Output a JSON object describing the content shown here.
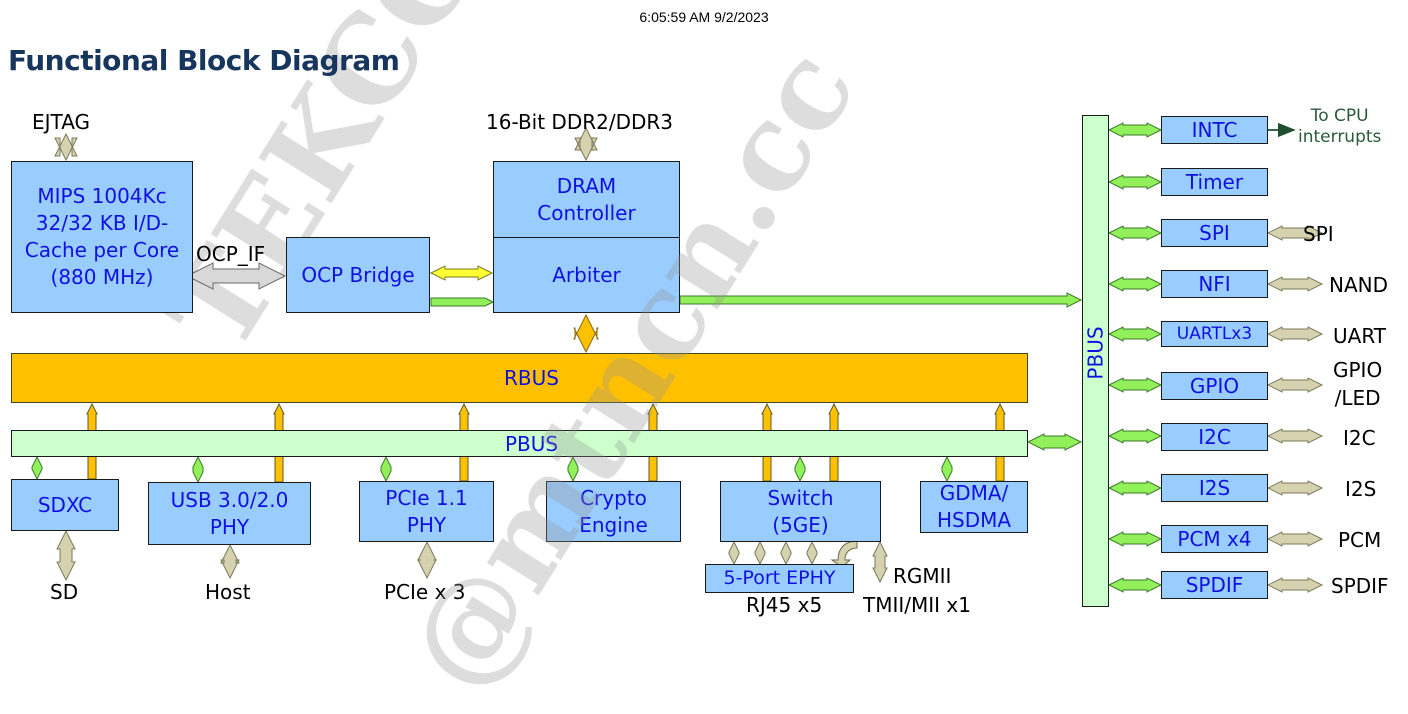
{
  "timestamp": "6:05:59 AM 9/2/2023",
  "title": "Functional Block Diagram",
  "watermark": {
    "line1": "TEKCONN",
    "line2": "@mtncn.cc"
  },
  "colors": {
    "block_fill": "#99ccff",
    "block_text": "#1010e0",
    "rbus_fill": "#ffc000",
    "pbus_fill": "#ccffcc",
    "pbus_arrow": "#92f05a",
    "external_arrow": "#d6d2b0",
    "ocp_arrow": "#d8d8d8",
    "bridge_arrow": "#ffff33",
    "title": "#17365d"
  },
  "top": {
    "ejtag": "EJTAG",
    "ddr": "16-Bit DDR2/DDR3",
    "cpu": "MIPS 1004Kc\n32/32 KB I/D-\nCache per Core\n(880 MHz)",
    "ocp_if": "OCP_IF",
    "ocp_bridge": "OCP Bridge",
    "dram_controller": "DRAM\nController",
    "arbiter": "Arbiter"
  },
  "buses": {
    "rbus": "RBUS",
    "pbus": "PBUS",
    "pbus_vertical": "PBUS"
  },
  "bottom_blocks": [
    {
      "name": "SDXC",
      "external": "SD"
    },
    {
      "name": "USB 3.0/2.0\nPHY",
      "external": "Host"
    },
    {
      "name": "PCIe 1.1\nPHY",
      "external": "PCIe x 3"
    },
    {
      "name": "Crypto\nEngine",
      "external": ""
    },
    {
      "name": "Switch\n(5GE)",
      "external": ""
    },
    {
      "name": "GDMA/\nHSDMA",
      "external": ""
    }
  ],
  "switch_ports": {
    "ephy": "5-Port EPHY",
    "rj45": "RJ45 x5",
    "rgmii": "RGMII",
    "tmii": "TMII/MII x1"
  },
  "peripherals": [
    {
      "name": "INTC",
      "external": "To CPU\ninterrupts"
    },
    {
      "name": "Timer",
      "external": ""
    },
    {
      "name": "SPI",
      "external": "SPI"
    },
    {
      "name": "NFI",
      "external": "NAND"
    },
    {
      "name": "UARTLx3",
      "external": "UART"
    },
    {
      "name": "GPIO",
      "external": "GPIO\n/LED"
    },
    {
      "name": "I2C",
      "external": "I2C"
    },
    {
      "name": "I2S",
      "external": "I2S"
    },
    {
      "name": "PCM x4",
      "external": "PCM"
    },
    {
      "name": "SPDIF",
      "external": "SPDIF"
    }
  ]
}
